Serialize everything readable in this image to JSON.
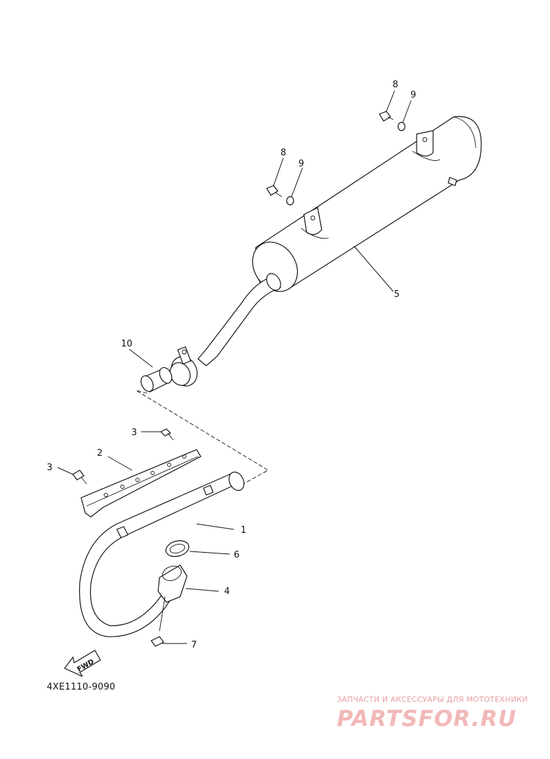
{
  "diagram": {
    "callouts": {
      "c1": "1",
      "c2": "2",
      "c3a": "3",
      "c3b": "3",
      "c4": "4",
      "c5": "5",
      "c6": "6",
      "c7": "7",
      "c8a": "8",
      "c8b": "8",
      "c9a": "9",
      "c9b": "9",
      "c10": "10"
    },
    "fwd_label": "FWD",
    "drawing_code": "4XE1110-9090"
  },
  "watermark": {
    "tagline": "ЗАПЧАСТИ И АКСЕССУАРЫ ДЛЯ МОТОТЕХНИКИ",
    "logo": "PARTSFOR.RU"
  }
}
